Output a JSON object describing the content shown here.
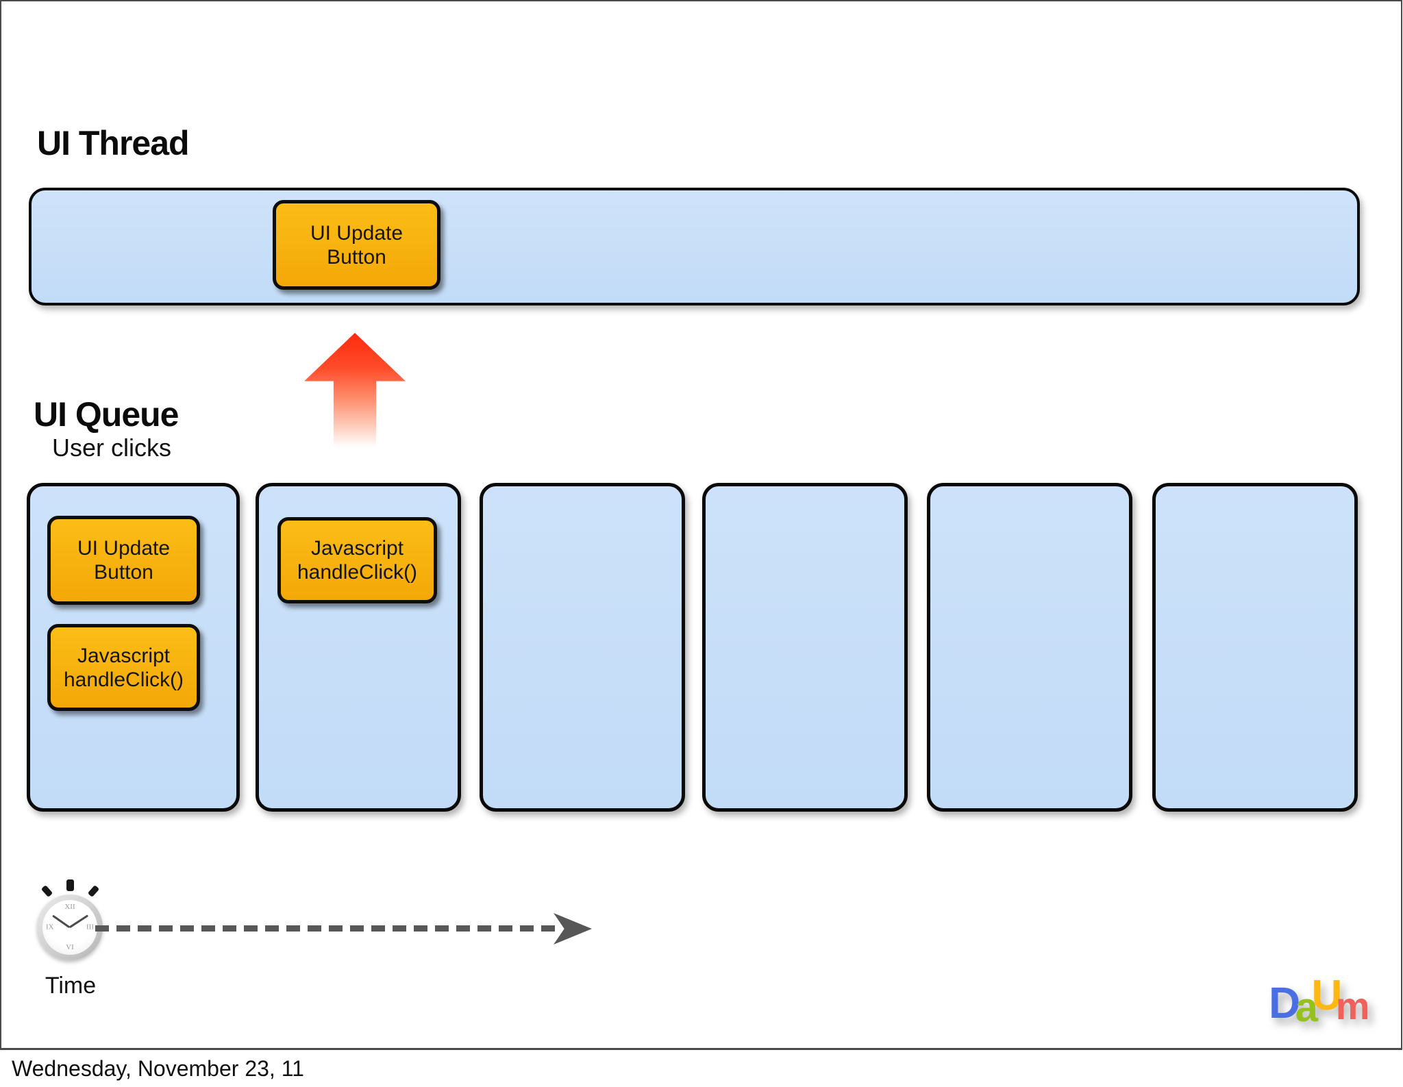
{
  "slide": {
    "headings": {
      "ui_thread": "UI Thread",
      "ui_queue": "UI Queue"
    },
    "labels": {
      "user_clicks": "User clicks",
      "time": "Time"
    },
    "thread_bar": {
      "task": {
        "line1": "UI Update",
        "line2": "Button"
      }
    },
    "queue": {
      "slots": [
        {
          "items": [
            {
              "line1": "UI Update",
              "line2": "Button"
            },
            {
              "line1": "Javascript",
              "line2": "handleClick()"
            }
          ]
        },
        {
          "items": [
            {
              "line1": "Javascript",
              "line2": "handleClick()"
            }
          ]
        },
        {
          "items": []
        },
        {
          "items": []
        },
        {
          "items": []
        },
        {
          "items": []
        }
      ]
    },
    "clock_numerals": {
      "top": "XII",
      "right": "III",
      "bottom": "VI",
      "left": "IX"
    },
    "logo": {
      "letters": [
        {
          "char": "D",
          "color": "#4a6fe3"
        },
        {
          "char": "a",
          "color": "#95c11f"
        },
        {
          "char": "U",
          "color": "#fdb813"
        },
        {
          "char": "m",
          "color": "#f0615c"
        }
      ]
    },
    "colors": {
      "box_blue": "#c6def8",
      "task_orange": "#f9b311",
      "arrow_red": "#ff2f12",
      "dash_gray": "#575757"
    }
  },
  "footer": {
    "date": "Wednesday, November 23, 11"
  }
}
